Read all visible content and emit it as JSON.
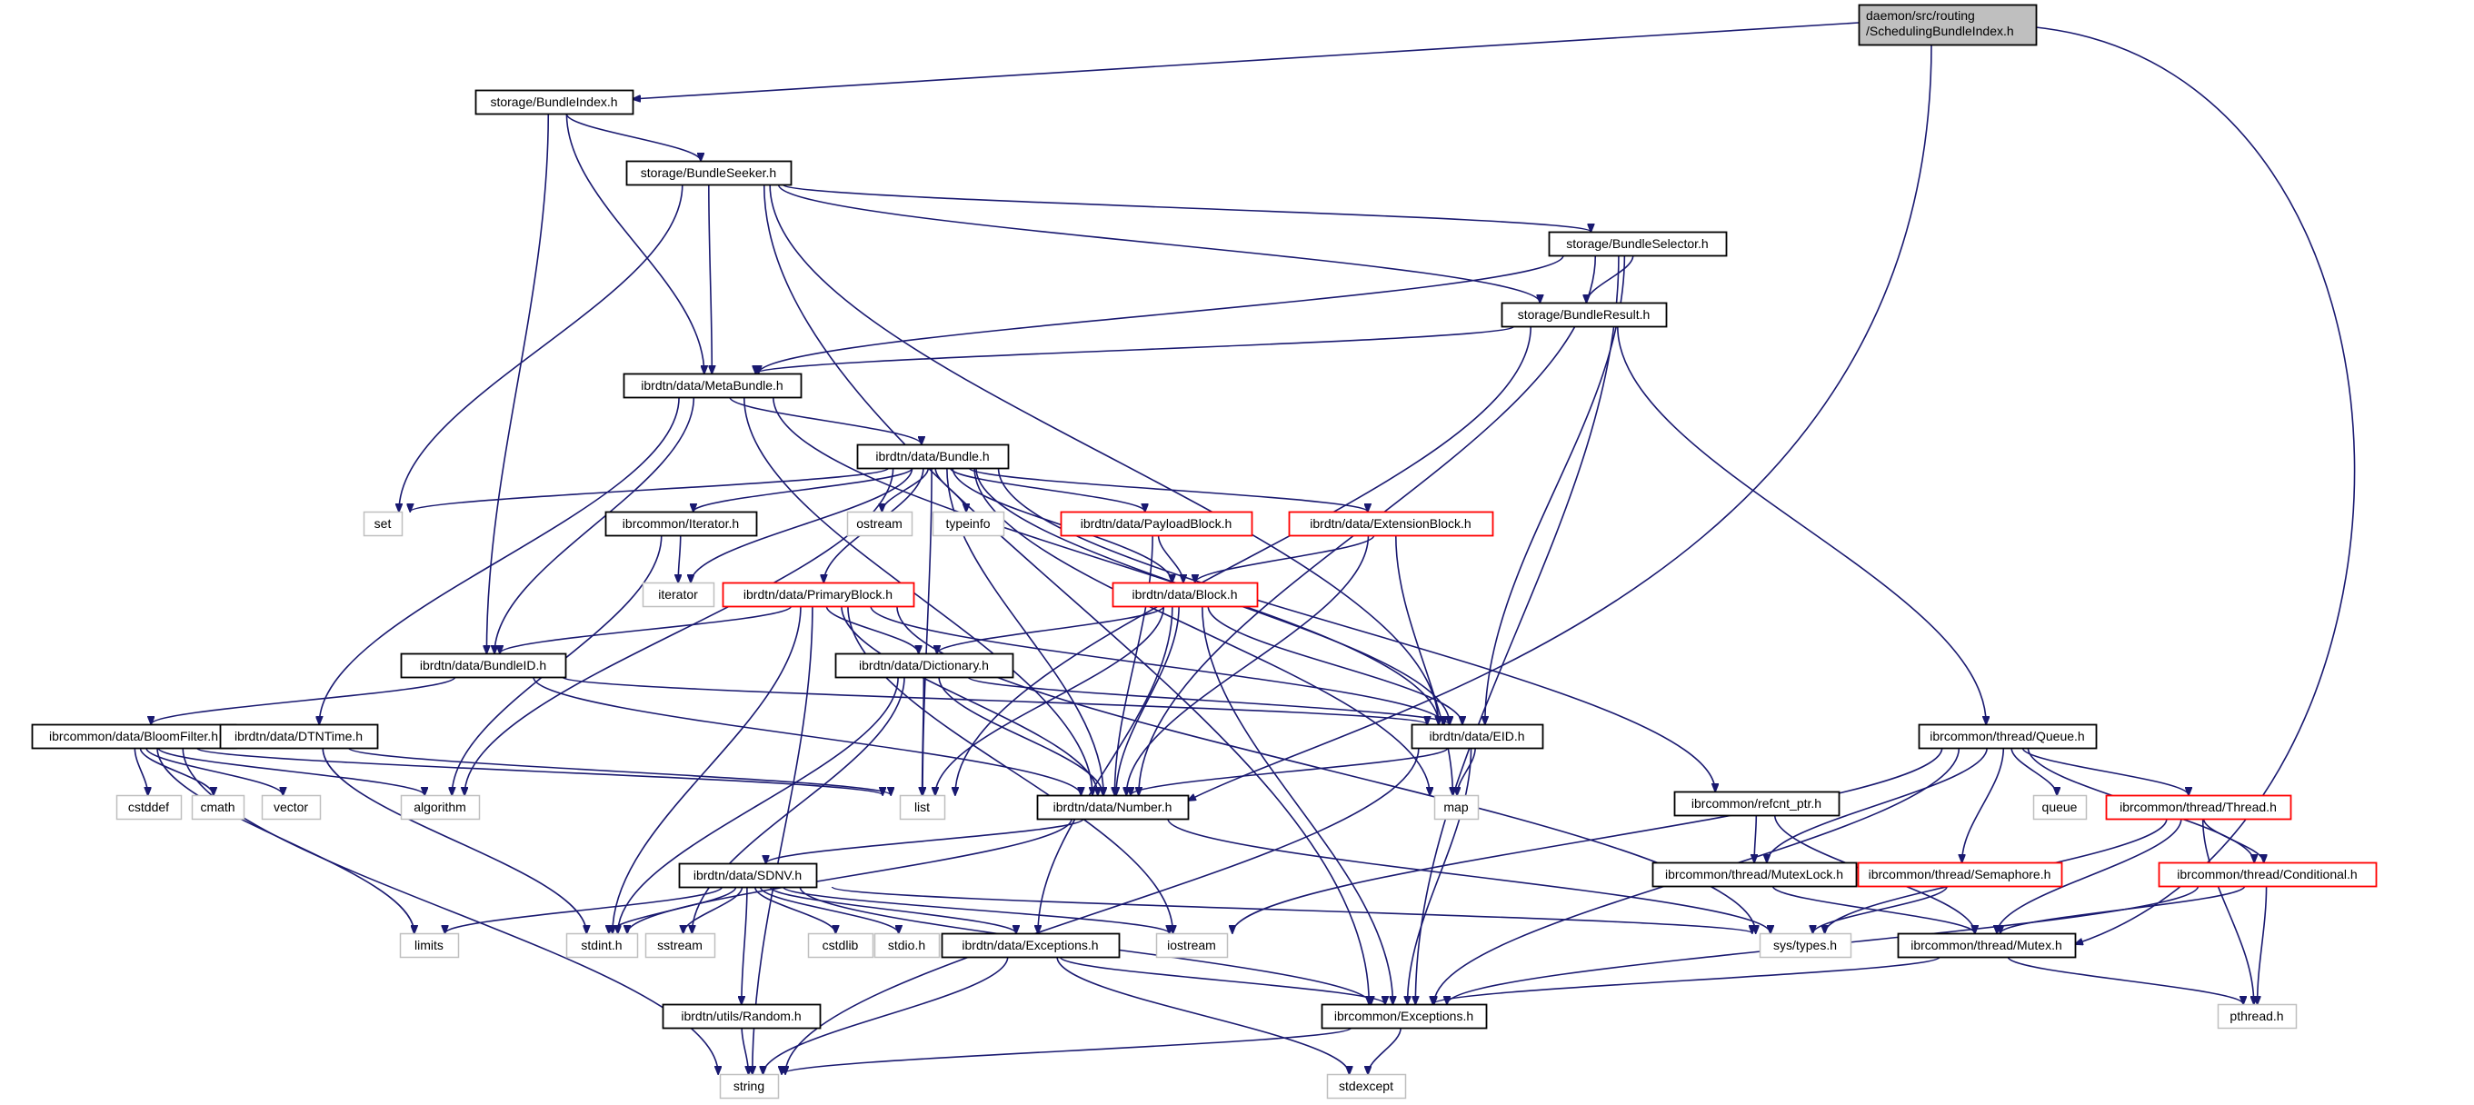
{
  "colors": {
    "edge": "#191970",
    "root_fill": "#bfbfbf",
    "root_border": "#000000",
    "normal_border": "#000000",
    "truncated_border": "#ff0000",
    "system_border": "#bfbfbf",
    "background": "#ffffff"
  },
  "graph": {
    "title": "daemon/src/routing/SchedulingBundleIndex.h include dependency graph",
    "nodes": [
      {
        "id": "root",
        "label": [
          "daemon/src/routing",
          "/SchedulingBundleIndex.h"
        ],
        "kind": "root"
      },
      {
        "id": "BundleIndex",
        "label": [
          "storage/BundleIndex.h"
        ],
        "kind": "normal"
      },
      {
        "id": "BundleSeeker",
        "label": [
          "storage/BundleSeeker.h"
        ],
        "kind": "normal"
      },
      {
        "id": "BundleSelector",
        "label": [
          "storage/BundleSelector.h"
        ],
        "kind": "normal"
      },
      {
        "id": "BundleResult",
        "label": [
          "storage/BundleResult.h"
        ],
        "kind": "normal"
      },
      {
        "id": "MetaBundle",
        "label": [
          "ibrdtn/data/MetaBundle.h"
        ],
        "kind": "normal"
      },
      {
        "id": "Bundle",
        "label": [
          "ibrdtn/data/Bundle.h"
        ],
        "kind": "normal"
      },
      {
        "id": "set",
        "label": [
          "set"
        ],
        "kind": "system"
      },
      {
        "id": "Iterator",
        "label": [
          "ibrcommon/Iterator.h"
        ],
        "kind": "normal"
      },
      {
        "id": "ostream",
        "label": [
          "ostream"
        ],
        "kind": "system"
      },
      {
        "id": "typeinfo",
        "label": [
          "typeinfo"
        ],
        "kind": "system"
      },
      {
        "id": "PayloadBlock",
        "label": [
          "ibrdtn/data/PayloadBlock.h"
        ],
        "kind": "truncated"
      },
      {
        "id": "ExtensionBlock",
        "label": [
          "ibrdtn/data/ExtensionBlock.h"
        ],
        "kind": "truncated"
      },
      {
        "id": "iterator",
        "label": [
          "iterator"
        ],
        "kind": "system"
      },
      {
        "id": "PrimaryBlock",
        "label": [
          "ibrdtn/data/PrimaryBlock.h"
        ],
        "kind": "truncated"
      },
      {
        "id": "Block",
        "label": [
          "ibrdtn/data/Block.h"
        ],
        "kind": "truncated"
      },
      {
        "id": "BundleID",
        "label": [
          "ibrdtn/data/BundleID.h"
        ],
        "kind": "normal"
      },
      {
        "id": "Dictionary",
        "label": [
          "ibrdtn/data/Dictionary.h"
        ],
        "kind": "normal"
      },
      {
        "id": "EID",
        "label": [
          "ibrdtn/data/EID.h"
        ],
        "kind": "normal"
      },
      {
        "id": "Queue",
        "label": [
          "ibrcommon/thread/Queue.h"
        ],
        "kind": "normal"
      },
      {
        "id": "BloomFilter",
        "label": [
          "ibrcommon/data/BloomFilter.h"
        ],
        "kind": "normal"
      },
      {
        "id": "DTNTime",
        "label": [
          "ibrdtn/data/DTNTime.h"
        ],
        "kind": "normal"
      },
      {
        "id": "algorithm",
        "label": [
          "algorithm"
        ],
        "kind": "system"
      },
      {
        "id": "list",
        "label": [
          "list"
        ],
        "kind": "system"
      },
      {
        "id": "Number",
        "label": [
          "ibrdtn/data/Number.h"
        ],
        "kind": "normal"
      },
      {
        "id": "map",
        "label": [
          "map"
        ],
        "kind": "system"
      },
      {
        "id": "refcnt_ptr",
        "label": [
          "ibrcommon/refcnt_ptr.h"
        ],
        "kind": "normal"
      },
      {
        "id": "queue",
        "label": [
          "queue"
        ],
        "kind": "system"
      },
      {
        "id": "Thread",
        "label": [
          "ibrcommon/thread/Thread.h"
        ],
        "kind": "truncated"
      },
      {
        "id": "cstddef",
        "label": [
          "cstddef"
        ],
        "kind": "system"
      },
      {
        "id": "cmath",
        "label": [
          "cmath"
        ],
        "kind": "system"
      },
      {
        "id": "vector",
        "label": [
          "vector"
        ],
        "kind": "system"
      },
      {
        "id": "SDNV",
        "label": [
          "ibrdtn/data/SDNV.h"
        ],
        "kind": "normal"
      },
      {
        "id": "MutexLock",
        "label": [
          "ibrcommon/thread/MutexLock.h"
        ],
        "kind": "normal"
      },
      {
        "id": "Semaphore",
        "label": [
          "ibrcommon/thread/Semaphore.h"
        ],
        "kind": "truncated"
      },
      {
        "id": "Conditional",
        "label": [
          "ibrcommon/thread/Conditional.h"
        ],
        "kind": "truncated"
      },
      {
        "id": "limits",
        "label": [
          "limits"
        ],
        "kind": "system"
      },
      {
        "id": "stdint",
        "label": [
          "stdint.h"
        ],
        "kind": "system"
      },
      {
        "id": "sstream",
        "label": [
          "sstream"
        ],
        "kind": "system"
      },
      {
        "id": "cstdlib",
        "label": [
          "cstdlib"
        ],
        "kind": "system"
      },
      {
        "id": "stdio",
        "label": [
          "stdio.h"
        ],
        "kind": "system"
      },
      {
        "id": "DataExceptions",
        "label": [
          "ibrdtn/data/Exceptions.h"
        ],
        "kind": "normal"
      },
      {
        "id": "iostream",
        "label": [
          "iostream"
        ],
        "kind": "system"
      },
      {
        "id": "systypes",
        "label": [
          "sys/types.h"
        ],
        "kind": "system"
      },
      {
        "id": "Mutex",
        "label": [
          "ibrcommon/thread/Mutex.h"
        ],
        "kind": "normal"
      },
      {
        "id": "Random",
        "label": [
          "ibrdtn/utils/Random.h"
        ],
        "kind": "normal"
      },
      {
        "id": "CommonExceptions",
        "label": [
          "ibrcommon/Exceptions.h"
        ],
        "kind": "normal"
      },
      {
        "id": "pthread",
        "label": [
          "pthread.h"
        ],
        "kind": "system"
      },
      {
        "id": "string",
        "label": [
          "string"
        ],
        "kind": "system"
      },
      {
        "id": "stdexcept",
        "label": [
          "stdexcept"
        ],
        "kind": "system"
      }
    ],
    "edges": [
      [
        "root",
        "BundleIndex"
      ],
      [
        "root",
        "Number"
      ],
      [
        "root",
        "Mutex"
      ],
      [
        "BundleIndex",
        "BundleSeeker"
      ],
      [
        "BundleIndex",
        "MetaBundle"
      ],
      [
        "BundleIndex",
        "BundleID"
      ],
      [
        "BundleSeeker",
        "BundleSelector"
      ],
      [
        "BundleSeeker",
        "BundleResult"
      ],
      [
        "BundleSeeker",
        "MetaBundle"
      ],
      [
        "BundleSeeker",
        "set"
      ],
      [
        "BundleSeeker",
        "EID"
      ],
      [
        "BundleSeeker",
        "CommonExceptions"
      ],
      [
        "BundleSelector",
        "BundleResult"
      ],
      [
        "BundleSelector",
        "MetaBundle"
      ],
      [
        "BundleSelector",
        "EID"
      ],
      [
        "BundleSelector",
        "Number"
      ],
      [
        "BundleSelector",
        "CommonExceptions"
      ],
      [
        "BundleResult",
        "MetaBundle"
      ],
      [
        "BundleResult",
        "list"
      ],
      [
        "BundleResult",
        "Queue"
      ],
      [
        "MetaBundle",
        "Bundle"
      ],
      [
        "MetaBundle",
        "BundleID"
      ],
      [
        "MetaBundle",
        "DTNTime"
      ],
      [
        "MetaBundle",
        "EID"
      ],
      [
        "MetaBundle",
        "Number"
      ],
      [
        "Bundle",
        "set"
      ],
      [
        "Bundle",
        "Iterator"
      ],
      [
        "Bundle",
        "ostream"
      ],
      [
        "Bundle",
        "typeinfo"
      ],
      [
        "Bundle",
        "PayloadBlock"
      ],
      [
        "Bundle",
        "ExtensionBlock"
      ],
      [
        "Bundle",
        "iterator"
      ],
      [
        "Bundle",
        "PrimaryBlock"
      ],
      [
        "Bundle",
        "Block"
      ],
      [
        "Bundle",
        "EID"
      ],
      [
        "Bundle",
        "Number"
      ],
      [
        "Bundle",
        "list"
      ],
      [
        "Bundle",
        "algorithm"
      ],
      [
        "Bundle",
        "refcnt_ptr"
      ],
      [
        "Bundle",
        "map"
      ],
      [
        "Iterator",
        "iterator"
      ],
      [
        "Iterator",
        "algorithm"
      ],
      [
        "PayloadBlock",
        "Block"
      ],
      [
        "PayloadBlock",
        "Number"
      ],
      [
        "ExtensionBlock",
        "Block"
      ],
      [
        "ExtensionBlock",
        "Number"
      ],
      [
        "ExtensionBlock",
        "map"
      ],
      [
        "PrimaryBlock",
        "BundleID"
      ],
      [
        "PrimaryBlock",
        "Dictionary"
      ],
      [
        "PrimaryBlock",
        "EID"
      ],
      [
        "PrimaryBlock",
        "Number"
      ],
      [
        "PrimaryBlock",
        "stdint"
      ],
      [
        "PrimaryBlock",
        "string"
      ],
      [
        "PrimaryBlock",
        "iostream"
      ],
      [
        "PrimaryBlock",
        "systypes"
      ],
      [
        "Block",
        "Dictionary"
      ],
      [
        "Block",
        "EID"
      ],
      [
        "Block",
        "Number"
      ],
      [
        "Block",
        "list"
      ],
      [
        "Block",
        "DataExceptions"
      ],
      [
        "Block",
        "CommonExceptions"
      ],
      [
        "BundleID",
        "BloomFilter"
      ],
      [
        "BundleID",
        "EID"
      ],
      [
        "BundleID",
        "Number"
      ],
      [
        "Dictionary",
        "EID"
      ],
      [
        "Dictionary",
        "Number"
      ],
      [
        "Dictionary",
        "list"
      ],
      [
        "Dictionary",
        "sstream"
      ],
      [
        "Dictionary",
        "stdint"
      ],
      [
        "EID",
        "Number"
      ],
      [
        "EID",
        "map"
      ],
      [
        "EID",
        "string"
      ],
      [
        "EID",
        "CommonExceptions"
      ],
      [
        "BloomFilter",
        "cstddef"
      ],
      [
        "BloomFilter",
        "cmath"
      ],
      [
        "BloomFilter",
        "vector"
      ],
      [
        "BloomFilter",
        "algorithm"
      ],
      [
        "BloomFilter",
        "list"
      ],
      [
        "BloomFilter",
        "limits"
      ],
      [
        "BloomFilter",
        "string"
      ],
      [
        "DTNTime",
        "list"
      ],
      [
        "DTNTime",
        "stdint"
      ],
      [
        "Number",
        "SDNV"
      ],
      [
        "Number",
        "stdint"
      ],
      [
        "Number",
        "systypes"
      ],
      [
        "SDNV",
        "limits"
      ],
      [
        "SDNV",
        "stdint"
      ],
      [
        "SDNV",
        "sstream"
      ],
      [
        "SDNV",
        "cstdlib"
      ],
      [
        "SDNV",
        "stdio"
      ],
      [
        "SDNV",
        "DataExceptions"
      ],
      [
        "SDNV",
        "iostream"
      ],
      [
        "SDNV",
        "Random"
      ],
      [
        "SDNV",
        "CommonExceptions"
      ],
      [
        "SDNV",
        "systypes"
      ],
      [
        "Queue",
        "queue"
      ],
      [
        "Queue",
        "Thread"
      ],
      [
        "Queue",
        "MutexLock"
      ],
      [
        "Queue",
        "Semaphore"
      ],
      [
        "Queue",
        "Conditional"
      ],
      [
        "Queue",
        "iostream"
      ],
      [
        "Queue",
        "CommonExceptions"
      ],
      [
        "refcnt_ptr",
        "MutexLock"
      ],
      [
        "refcnt_ptr",
        "Mutex"
      ],
      [
        "Thread",
        "Conditional"
      ],
      [
        "Thread",
        "Mutex"
      ],
      [
        "Thread",
        "systypes"
      ],
      [
        "Thread",
        "pthread"
      ],
      [
        "MutexLock",
        "Mutex"
      ],
      [
        "Semaphore",
        "systypes"
      ],
      [
        "Conditional",
        "Mutex"
      ],
      [
        "Conditional",
        "pthread"
      ],
      [
        "Conditional",
        "CommonExceptions"
      ],
      [
        "Mutex",
        "CommonExceptions"
      ],
      [
        "Mutex",
        "pthread"
      ],
      [
        "DataExceptions",
        "CommonExceptions"
      ],
      [
        "DataExceptions",
        "string"
      ],
      [
        "DataExceptions",
        "stdexcept"
      ],
      [
        "Random",
        "string"
      ],
      [
        "CommonExceptions",
        "string"
      ],
      [
        "CommonExceptions",
        "stdexcept"
      ]
    ]
  }
}
